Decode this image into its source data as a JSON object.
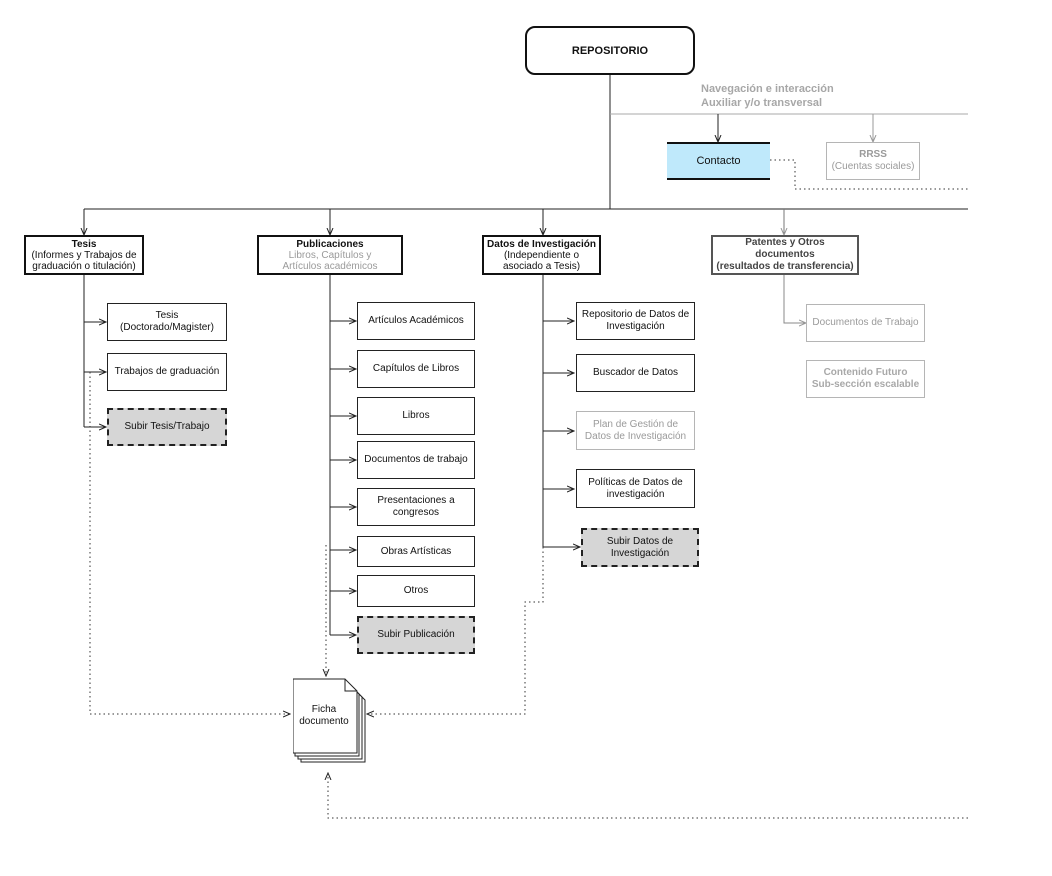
{
  "root": {
    "label": "REPOSITORIO"
  },
  "auxiliary": {
    "line1": "Navegación  e interacción",
    "line2": "Auxiliar y/o transversal"
  },
  "contacto": {
    "label": "Contacto"
  },
  "rrss": {
    "title": "RRSS",
    "subtitle": "(Cuentas sociales)"
  },
  "sections": {
    "tesis": {
      "title": "Tesis",
      "line1": "(Informes y Trabajos de",
      "line2": "graduación o titulación)",
      "children": [
        {
          "line1": "Tesis",
          "line2": "(Doctorado/Magister)"
        },
        {
          "line1": "Trabajos de graduación",
          "line2": ""
        }
      ],
      "upload": {
        "label": "Subir Tesis/Trabajo"
      }
    },
    "publicaciones": {
      "title": "Publicaciones",
      "line1": "Libros, Capítulos y",
      "line2": "Artículos  académicos",
      "children": [
        {
          "line1": "Artículos Académicos",
          "line2": ""
        },
        {
          "line1": "Capítulos de Libros",
          "line2": ""
        },
        {
          "line1": "Libros",
          "line2": ""
        },
        {
          "line1": "Documentos de trabajo",
          "line2": ""
        },
        {
          "line1": "Presentaciones a",
          "line2": "congresos"
        },
        {
          "line1": "Obras Artísticas",
          "line2": ""
        },
        {
          "line1": "Otros",
          "line2": ""
        }
      ],
      "upload": {
        "label": "Subir Publicación"
      }
    },
    "datos": {
      "title": "Datos de Investigación",
      "line1": "(Independiente o",
      "line2": "asociado a Tesis)",
      "children": [
        {
          "line1": "Repositorio de Datos de",
          "line2": "Investigación"
        },
        {
          "line1": "Buscador de Datos",
          "line2": ""
        },
        {
          "line1": "Plan de Gestión de",
          "line2": "Datos de Investigación"
        },
        {
          "line1": "Políticas de Datos de",
          "line2": "investigación"
        }
      ],
      "upload": {
        "line1": "Subir Datos de",
        "line2": "Investigación"
      }
    },
    "patentes": {
      "line1": "Patentes y Otros",
      "line2": "documentos",
      "line3": "(resultados de transferencia)",
      "children": [
        {
          "line1": "Documentos de Trabajo",
          "line2": ""
        },
        {
          "line1": "Contenido Futuro",
          "line2": "Sub-sección escalable"
        }
      ]
    }
  },
  "ficha": {
    "line1": "Ficha",
    "line2": "documento"
  }
}
